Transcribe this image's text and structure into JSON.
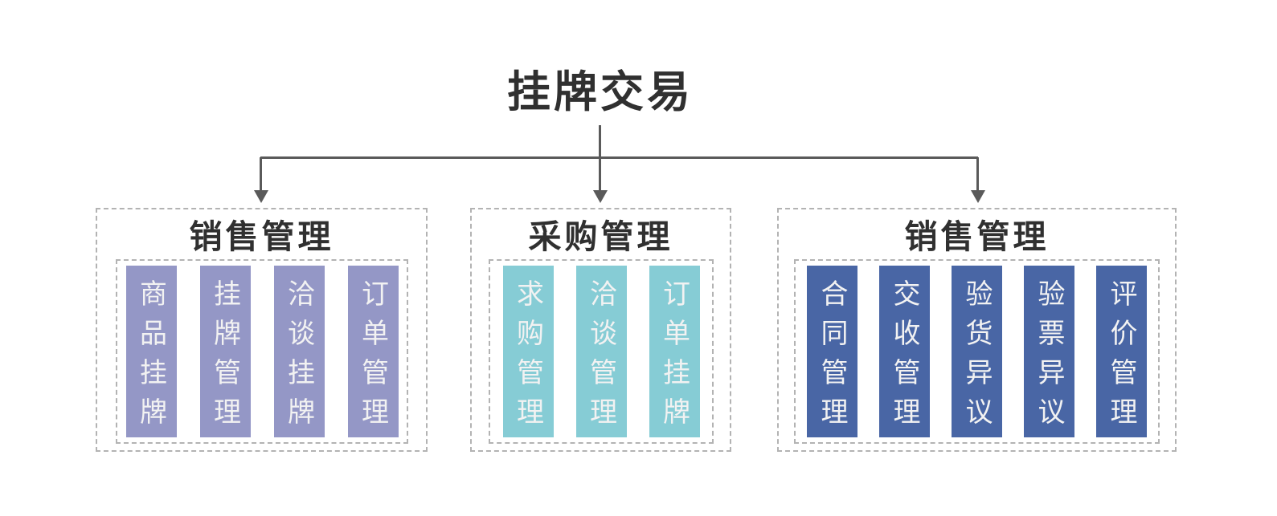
{
  "title": "挂牌交易",
  "colors": {
    "line": "#5a5a5a",
    "border": "#b3b3b3",
    "heading": "#303030",
    "pillar_text": "#f2f2f2",
    "lavender": "#9497c6",
    "teal": "#86ccd5",
    "blue": "#4966a5"
  },
  "groups": [
    {
      "title": "销售管理",
      "color_key": "lavender",
      "items": [
        "商品挂牌",
        "挂牌管理",
        "洽谈挂牌",
        "订单管理"
      ]
    },
    {
      "title": "采购管理",
      "color_key": "teal",
      "items": [
        "求购管理",
        "洽谈管理",
        "订单挂牌"
      ]
    },
    {
      "title": "销售管理",
      "color_key": "blue",
      "items": [
        "合同管理",
        "交收管理",
        "验货异议",
        "验票异议",
        "评价管理"
      ]
    }
  ]
}
